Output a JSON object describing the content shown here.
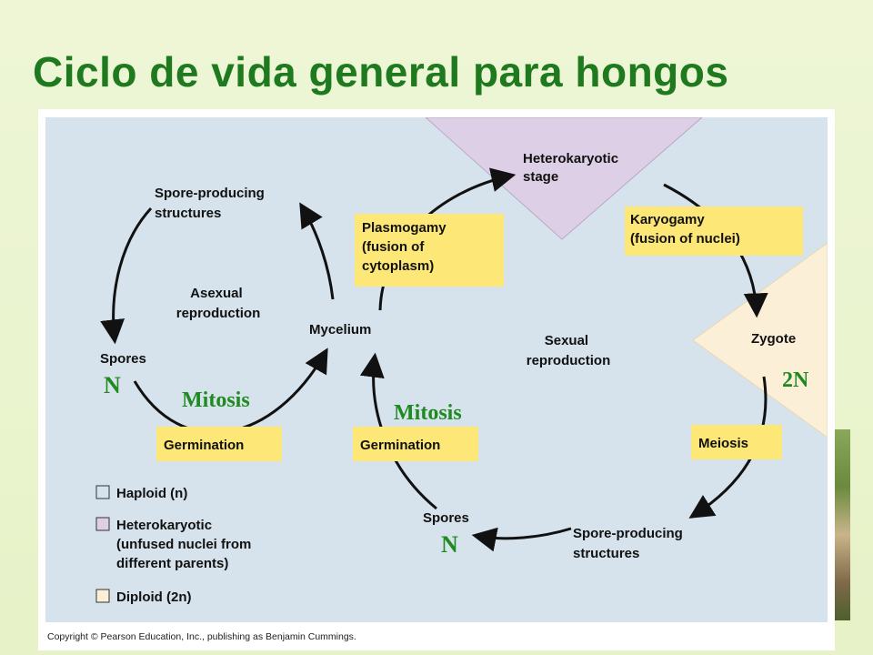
{
  "title": "Ciclo de vida general para hongos",
  "colors": {
    "title": "#1f7a1f",
    "diagram_bg": "#d6e3ec",
    "highlight_box": "#fde776",
    "heterokaryotic_region": "#ddd0e6",
    "diploid_region": "#fbefd7",
    "ploidy_label": "#1f8a1f"
  },
  "diagram": {
    "heterokaryotic_stage": [
      "Heterokaryotic",
      "stage"
    ],
    "karyogamy": [
      "Karyogamy",
      "(fusion of nuclei)"
    ],
    "plasmogamy": [
      "Plasmogamy",
      "(fusion of",
      "cytoplasm)"
    ],
    "zygote": "Zygote",
    "meiosis": "Meiosis",
    "spore_structures_left": [
      "Spore-producing",
      "structures"
    ],
    "spore_structures_right": [
      "Spore-producing",
      "structures"
    ],
    "asexual_reproduction": [
      "Asexual",
      "reproduction"
    ],
    "sexual_reproduction": [
      "Sexual",
      "reproduction"
    ],
    "mycelium": "Mycelium",
    "spores_left": "Spores",
    "spores_bottom": "Spores",
    "germination_left": "Germination",
    "germination_right": "Germination",
    "mitosis_left": "Mitosis",
    "mitosis_right": "Mitosis",
    "n_left": "N",
    "n_bottom": "N",
    "two_n": "2N"
  },
  "legend": {
    "haploid": "Haploid (n)",
    "heterokaryotic": [
      "Heterokaryotic",
      "(unfused nuclei from",
      "different parents)"
    ],
    "diploid": "Diploid (2n)"
  },
  "copyright": "Copyright © Pearson Education, Inc., publishing as Benjamin Cummings."
}
